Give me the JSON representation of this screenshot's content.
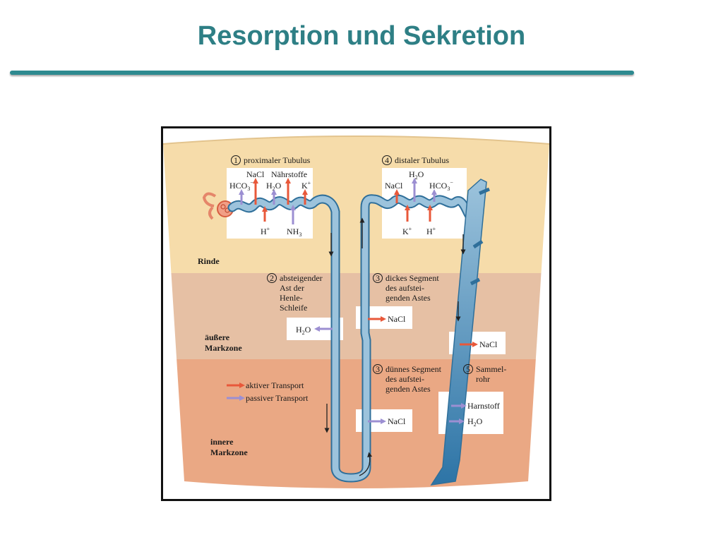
{
  "slide": {
    "title": "Resorption und Sekretion"
  },
  "figure": {
    "zones": {
      "cortex": "Rinde",
      "outer_medulla_1": "äußere",
      "outer_medulla_2": "Markzone",
      "inner_medulla_1": "innere",
      "inner_medulla_2": "Markzone"
    },
    "segments": {
      "s1": {
        "number": "1",
        "label": "proximaler Tubulus"
      },
      "s2": {
        "number": "2",
        "lines": [
          "absteigender",
          "Ast der",
          "Henle-",
          "Schleife"
        ]
      },
      "s3_thick": {
        "number": "3",
        "lines": [
          "dickes Segment",
          "des aufstei-",
          "genden Astes"
        ]
      },
      "s3_thin": {
        "number": "3",
        "lines": [
          "dünnes Segment",
          "des aufstei-",
          "genden Astes"
        ]
      },
      "s4": {
        "number": "4",
        "label": "distaler Tubulus"
      },
      "s5": {
        "number": "5",
        "lines": [
          "Sammel-",
          "rohr"
        ]
      }
    },
    "substances": {
      "p_nacl": "NaCl",
      "p_naehrstoffe": "Nährstoffe",
      "p_hco3": "HCO",
      "p_h2o": "H",
      "p_k": "K",
      "p_h": "H",
      "p_nh3": "NH",
      "desc_h2o": "H",
      "thick_nacl": "NaCl",
      "thin_nacl": "NaCl",
      "d_h2o": "H",
      "d_nacl": "NaCl",
      "d_hco3": "HCO",
      "d_k": "K",
      "d_h": "H",
      "cd_nacl": "NaCl",
      "cd_harnstoff": "Harnstoff",
      "cd_h2o": "H"
    },
    "legend": {
      "active": "aktiver Transport",
      "passive": "passiver Transport"
    },
    "colors": {
      "cortex": "#f6dcaa",
      "outer_medulla": "#e6c0a4",
      "inner_medulla": "#eaa884",
      "tubule": "#9cc3dc",
      "tubule_outline": "#2f6f9a",
      "active_arrow": "#e8583a",
      "passive_arrow": "#9c8fd2",
      "title": "#2e7f85"
    }
  }
}
